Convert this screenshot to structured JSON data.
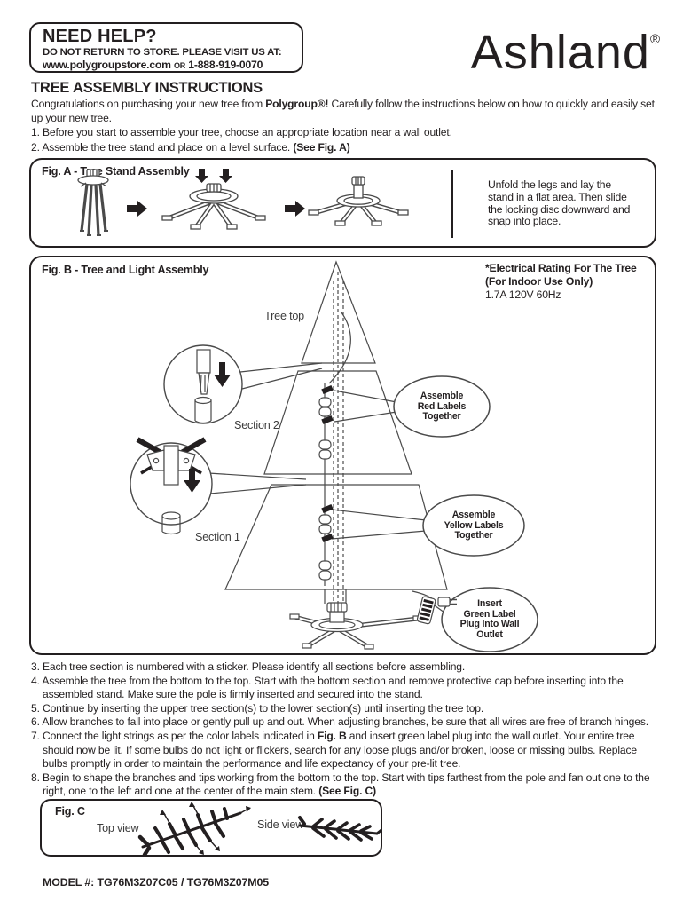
{
  "help_box": {
    "title": "NEED HELP?",
    "line1": "DO NOT RETURN TO STORE. PLEASE VISIT US AT:",
    "url": "www.polygroupstore.com",
    "or_word": "OR",
    "phone": "1-888-919-0070"
  },
  "brand": {
    "name": "Ashland",
    "reg": "®"
  },
  "main": {
    "title": "TREE ASSEMBLY INSTRUCTIONS",
    "intro_pre": "Congratulations on purchasing your new tree from ",
    "intro_bold": "Polygroup®!",
    "intro_post": " Carefully follow the instructions below on how to quickly and easily set up your new tree.",
    "step1": "1. Before you start to assemble your tree, choose an appropriate location near a wall outlet.",
    "step2_pre": "2. Assemble the tree stand and place on a level surface. ",
    "step2_bold": "(See Fig. A)",
    "step3": "3. Each tree section is numbered with a sticker. Please identify all sections before assembling.",
    "step4": "4. Assemble the tree from the bottom to the top. Start with the bottom section and remove protective cap before inserting into the assembled stand. Make sure the pole is firmly inserted and secured into the stand.",
    "step5": "5. Continue by inserting the upper tree section(s) to the lower section(s) until inserting the tree top.",
    "step6": "6. Allow branches to fall into place or gently pull up and out. When adjusting branches, be sure that all wires are free of branch hinges.",
    "step7_pre": "7. Connect the light strings as per the color labels indicated in ",
    "step7_bold": "Fig. B",
    "step7_post": " and insert green label plug into the wall outlet. Your entire tree should now be lit. If some bulbs do not light or flickers, search for any loose plugs and/or broken, loose or missing bulbs. Replace bulbs promptly in order to maintain the performance and life expectancy of your pre-lit tree.",
    "step8_pre": "8. Begin to shape the branches and tips working from the bottom to the top. Start with tips farthest from the pole and fan out one to the right, one to the left and one at the center of the main stem. ",
    "step8_bold": "(See Fig. C)"
  },
  "fig_a": {
    "title": "Fig. A - Tree Stand Assembly",
    "note": "Unfold the legs and lay the\nstand in a flat area. Then slide\nthe locking disc downward and\nsnap into place."
  },
  "fig_b": {
    "title": "Fig. B - Tree and Light Assembly",
    "rating_line1": "*Electrical Rating For The Tree",
    "rating_line2": "(For Indoor Use Only)",
    "rating_line3": "1.7A 120V 60Hz",
    "tree_top": "Tree top",
    "section2": "Section 2",
    "section1": "Section 1",
    "callout_red": "Assemble\nRed Labels\nTogether",
    "callout_yellow": "Assemble\nYellow Labels\nTogether",
    "callout_green": "Insert\nGreen Label\nPlug Into Wall\nOutlet"
  },
  "fig_c": {
    "title": "Fig. C",
    "top_view": "Top view",
    "side_view": "Side view"
  },
  "footer": {
    "model": "MODEL #: TG76M3Z07C05 / TG76M3Z07M05"
  }
}
